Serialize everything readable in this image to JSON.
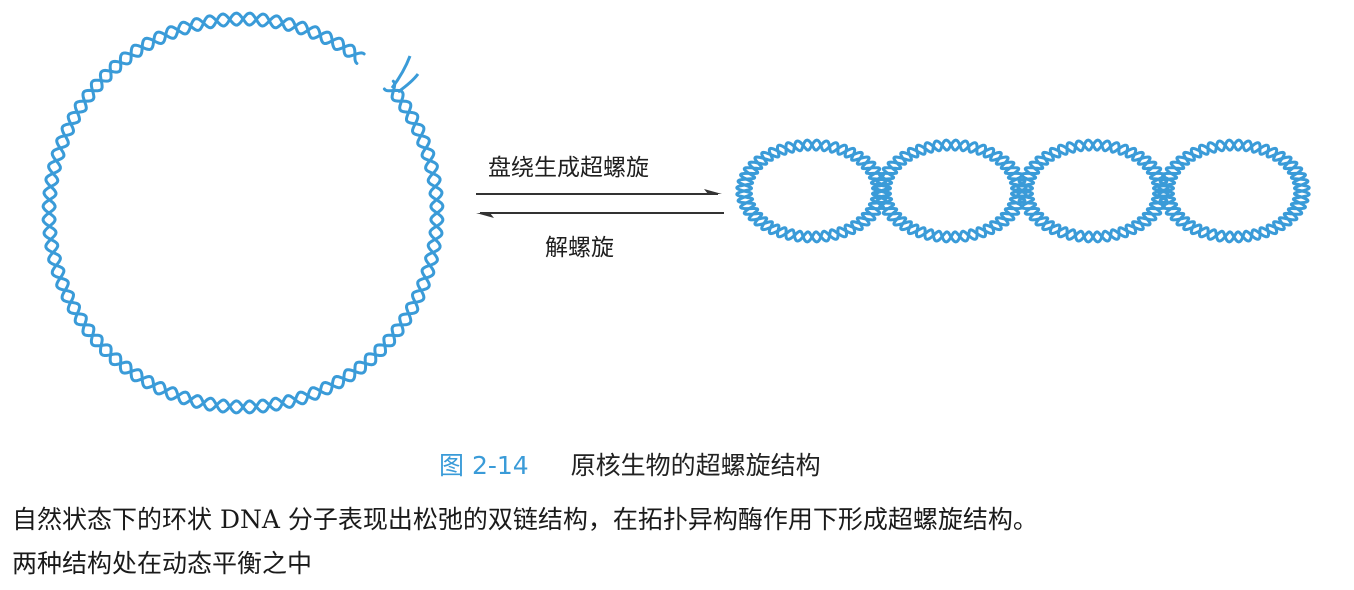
{
  "diagram": {
    "forward_label": "盘绕生成超螺旋",
    "reverse_label": "解螺旋",
    "strand_color": "#3a9bd8",
    "arrow_color": "#333333",
    "relaxed_form": "relaxed-circular-dna-icon",
    "supercoiled_form": "supercoiled-dna-icon"
  },
  "caption": {
    "number": "图 2-14",
    "title": "原核生物的超螺旋结构"
  },
  "description": {
    "line1": "自然状态下的环状 DNA 分子表现出松弛的双链结构，在拓扑异构酶作用下形成超螺旋结构。",
    "line2": "两种结构处在动态平衡之中"
  }
}
